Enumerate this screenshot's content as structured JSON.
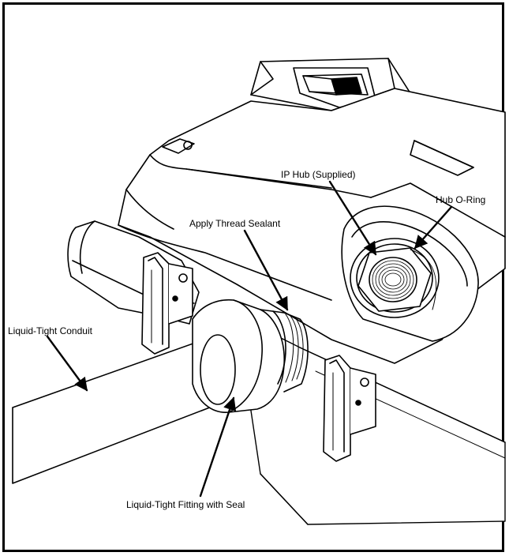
{
  "callouts": {
    "conduit": "Liquid-Tight Conduit",
    "sealant": "Apply Thread Sealant",
    "ip_hub": "IP Hub (Supplied)",
    "o_ring": "Hub O-Ring",
    "fitting": "Liquid-Tight Fitting with Seal"
  },
  "colors": {
    "line": "#000000",
    "background": "#ffffff"
  }
}
